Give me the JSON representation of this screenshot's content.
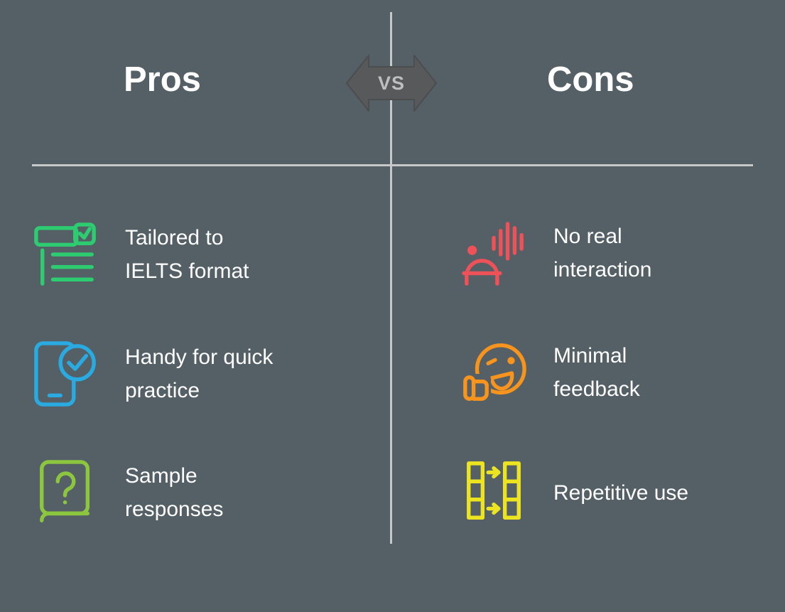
{
  "header": {
    "pros_label": "Pros",
    "vs_label": "VS",
    "cons_label": "Cons"
  },
  "pros": {
    "items": [
      {
        "icon": "survey-checklist-icon",
        "color": "#2ecc71",
        "text": "Tailored to\nIELTS format"
      },
      {
        "icon": "phone-check-icon",
        "color": "#29abe2",
        "text": "Handy for quick\npractice"
      },
      {
        "icon": "book-question-icon",
        "color": "#8cc63f",
        "text": "Sample\nresponses"
      }
    ]
  },
  "cons": {
    "items": [
      {
        "icon": "robot-voice-icon",
        "color": "#ef5158",
        "text": "No real\ninteraction"
      },
      {
        "icon": "smiley-thumbs-up-icon",
        "color": "#f7941e",
        "text": "Minimal\nfeedback"
      },
      {
        "icon": "repeat-columns-icon",
        "color": "#ece421",
        "text": "Repetitive use"
      }
    ]
  },
  "colors": {
    "background": "#546066",
    "divider": "#c6c8c9",
    "vs_badge_fill": "#58595b",
    "vs_text": "#bcbec0",
    "text": "#ffffff"
  }
}
